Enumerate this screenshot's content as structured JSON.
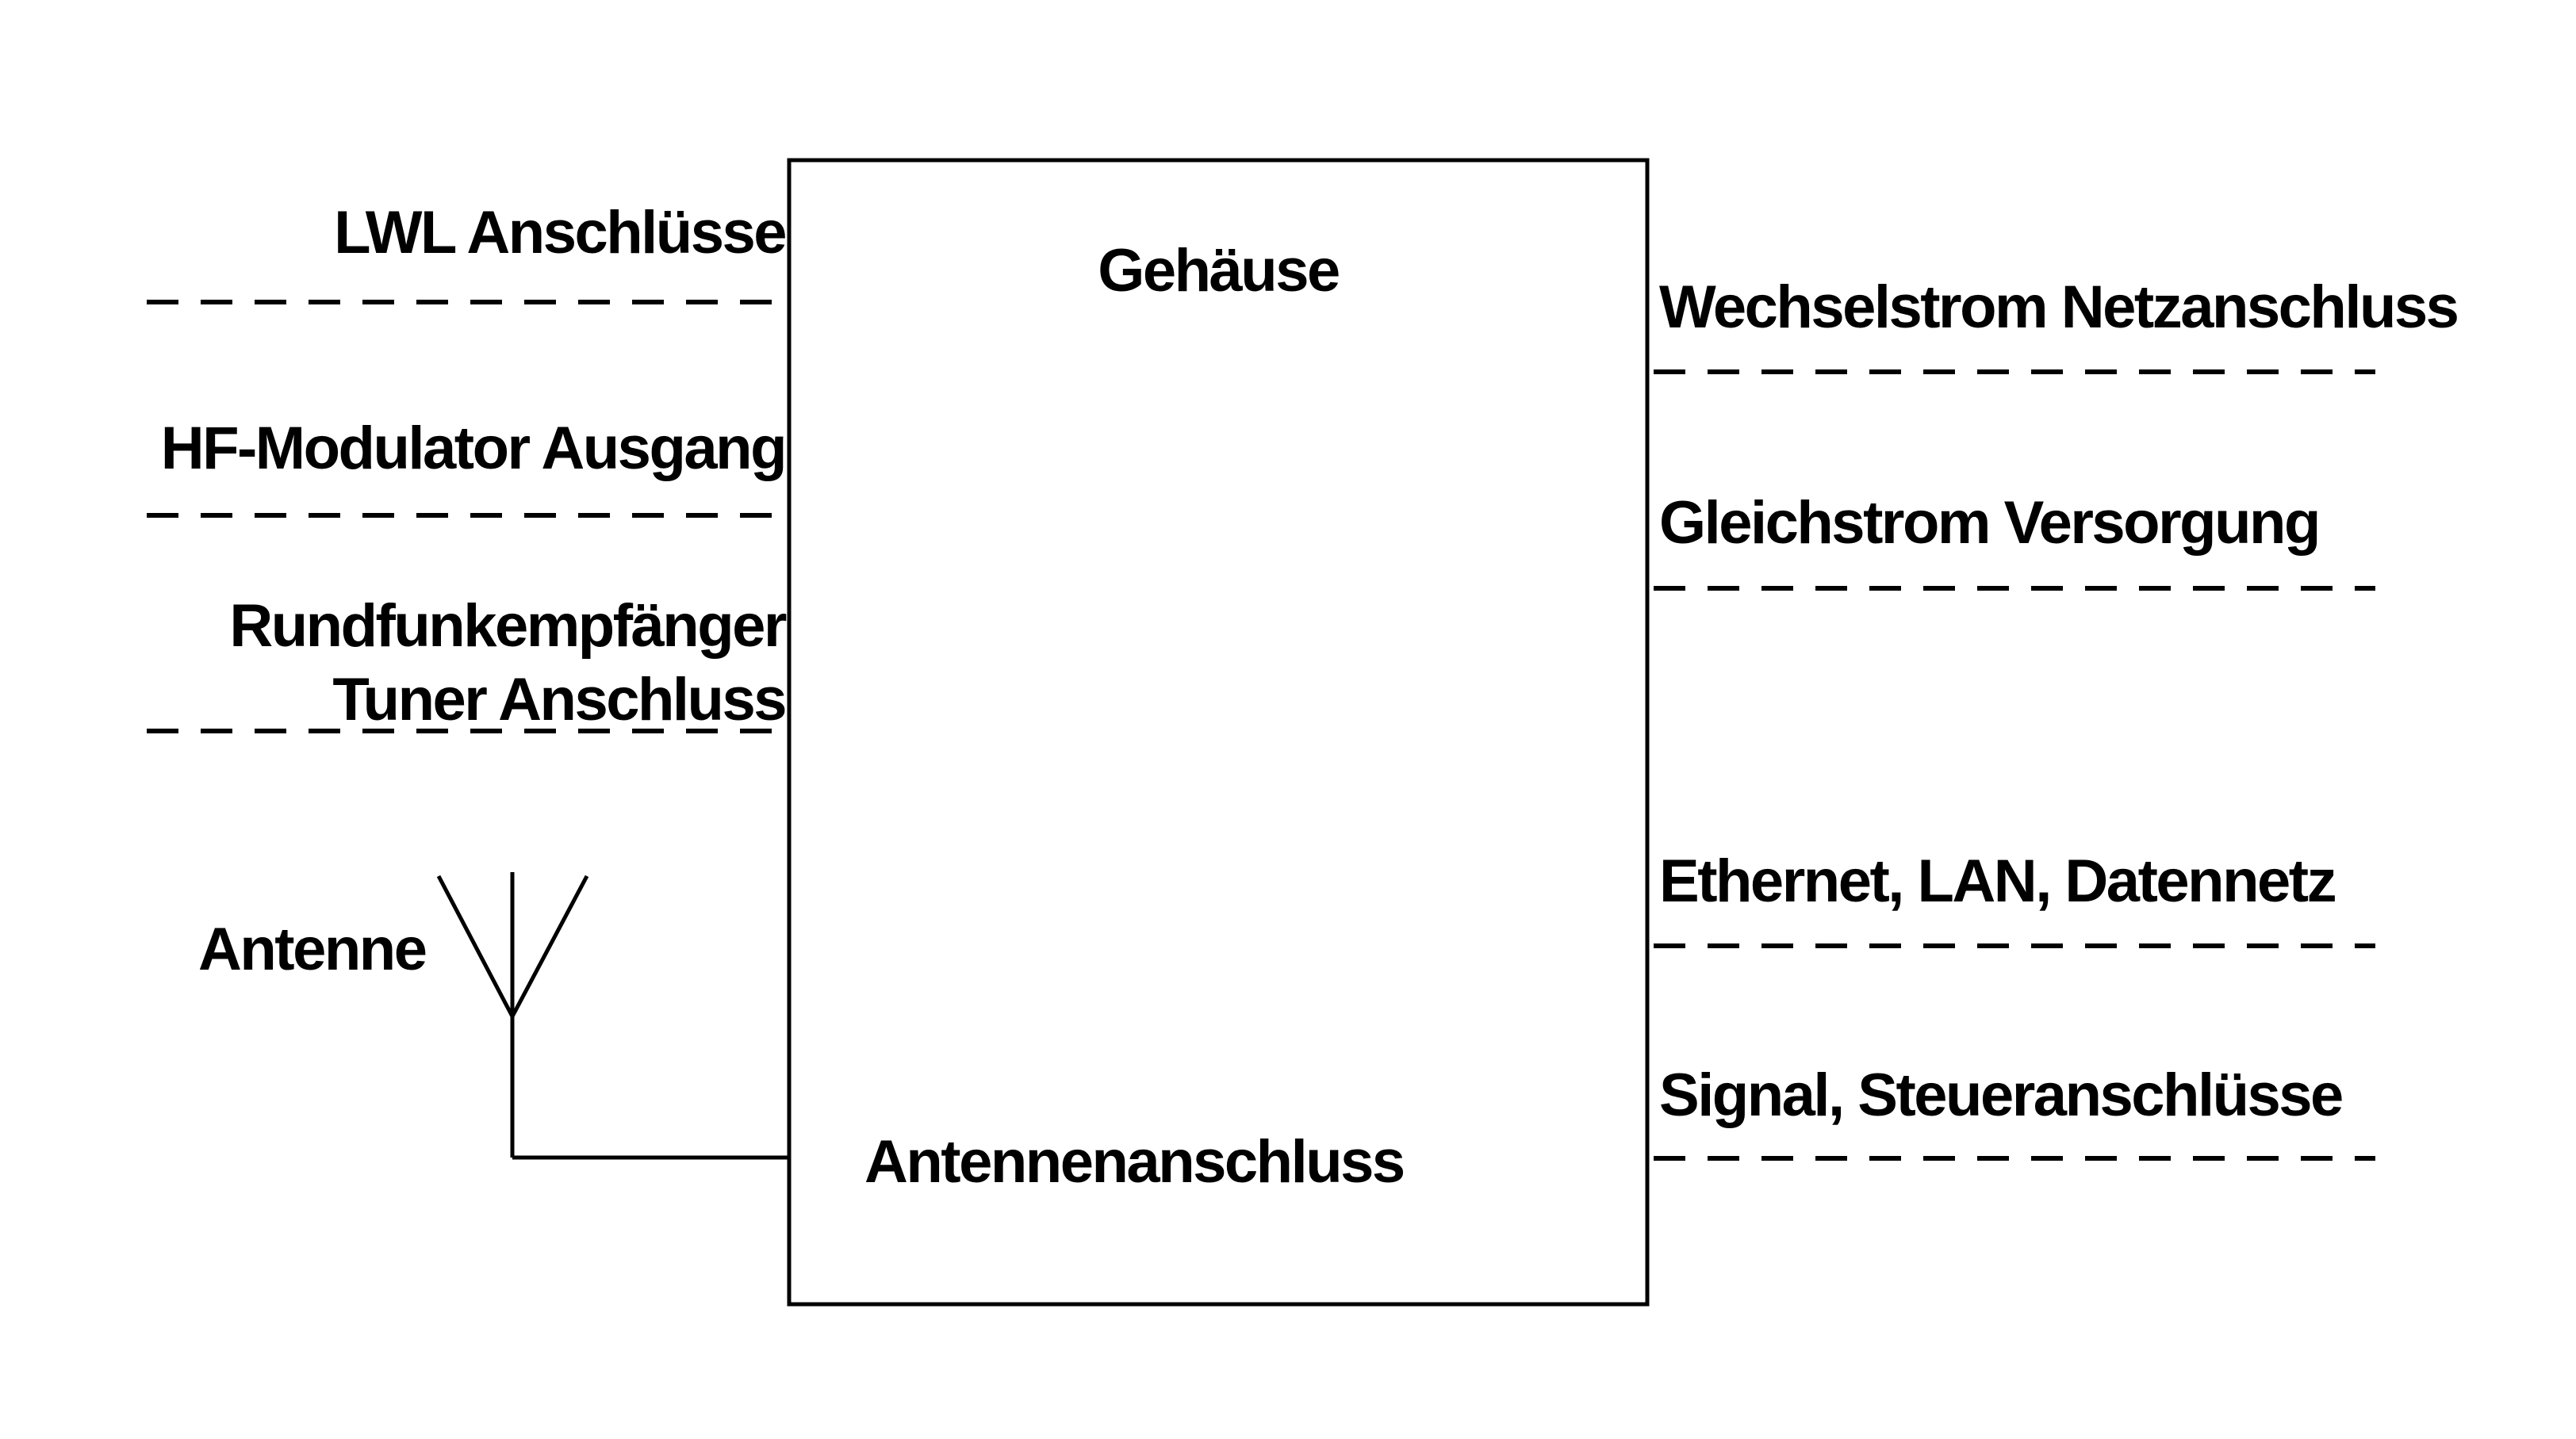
{
  "diagram": {
    "box": {
      "title": "Gehäuse",
      "port_label": "Antennenanschluss"
    },
    "left_labels": [
      {
        "lines": [
          "LWL Anschlüsse"
        ]
      },
      {
        "lines": [
          "HF-Modulator Ausgang"
        ]
      },
      {
        "lines": [
          "Rundfunkempfänger",
          "Tuner Anschluss"
        ]
      }
    ],
    "antenna_label": "Antenne",
    "right_labels": [
      {
        "label": "Wechselstrom Netzanschluss"
      },
      {
        "label": "Gleichstrom Versorgung"
      },
      {
        "label": "Ethernet, LAN, Datennetz"
      },
      {
        "label": "Signal, Steueranschlüsse"
      }
    ],
    "colors": {
      "line": "#000000",
      "text": "#000000",
      "background": "#ffffff"
    }
  }
}
